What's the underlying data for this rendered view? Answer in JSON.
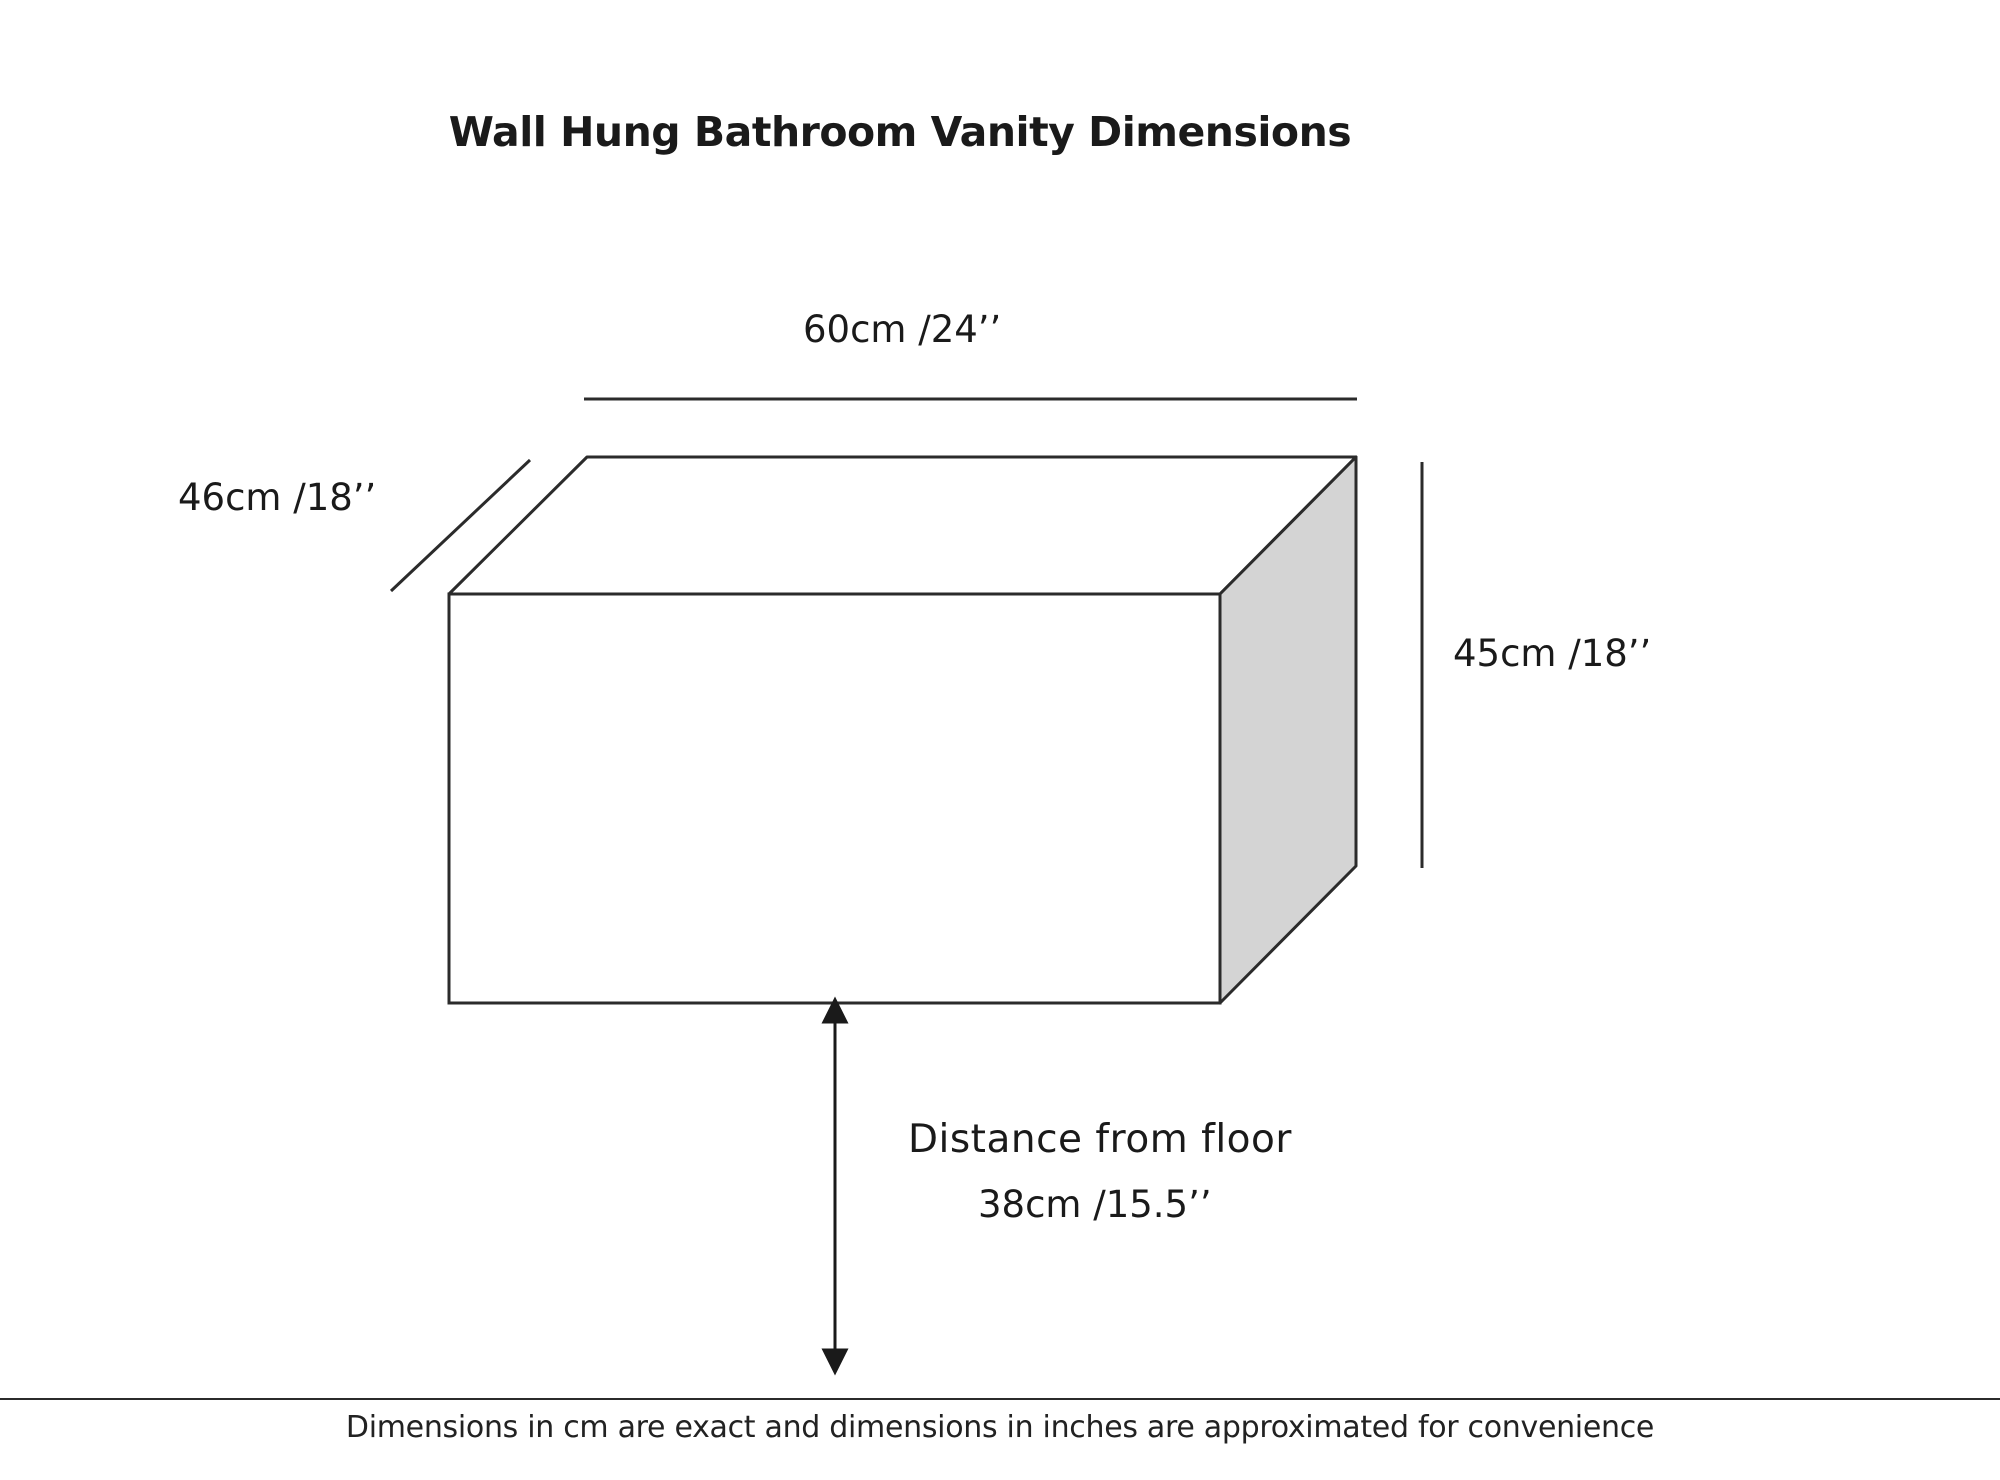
{
  "title": "Wall Hung Bathroom Vanity Dimensions",
  "dimensions": {
    "width": "60cm /24’’",
    "depth": "46cm /18’’",
    "height": "45cm /18’’",
    "floor_distance_label": "Distance from floor",
    "floor_distance_value": "38cm /15.5’’"
  },
  "footnote": "Dimensions in cm are exact and dimensions in inches are approximated for convenience",
  "colors": {
    "line": "#2b2b2b",
    "side_face": "#d4d4d4",
    "front_face": "#ffffff",
    "top_face": "#ffffff"
  }
}
